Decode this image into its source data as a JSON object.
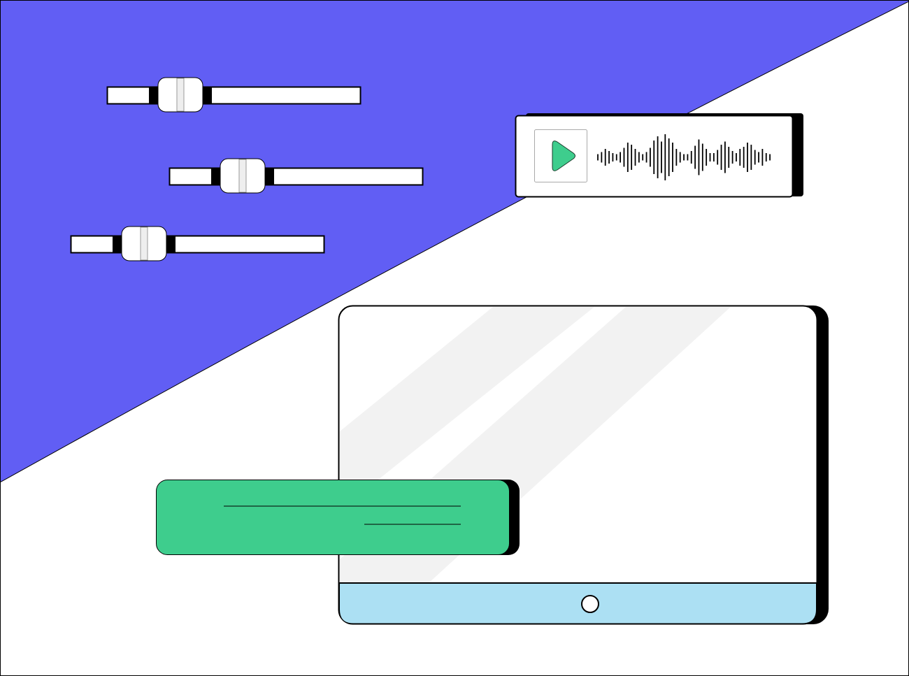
{
  "colors": {
    "background_accent": "#615EF4",
    "background": "#FFFFFF",
    "play_button": "#3ECD8D",
    "notification_card": "#3ECD8D",
    "tablet_bezel": "#ACE0F3",
    "glare": "#F2F2F2",
    "outline": "#000000"
  },
  "sliders": [
    {
      "value": 0.29
    },
    {
      "value": 0.29
    },
    {
      "value": 0.29
    }
  ],
  "audio_player": {
    "icon": "play-icon"
  },
  "tablet": {
    "home_button_icon": "circle-icon"
  }
}
